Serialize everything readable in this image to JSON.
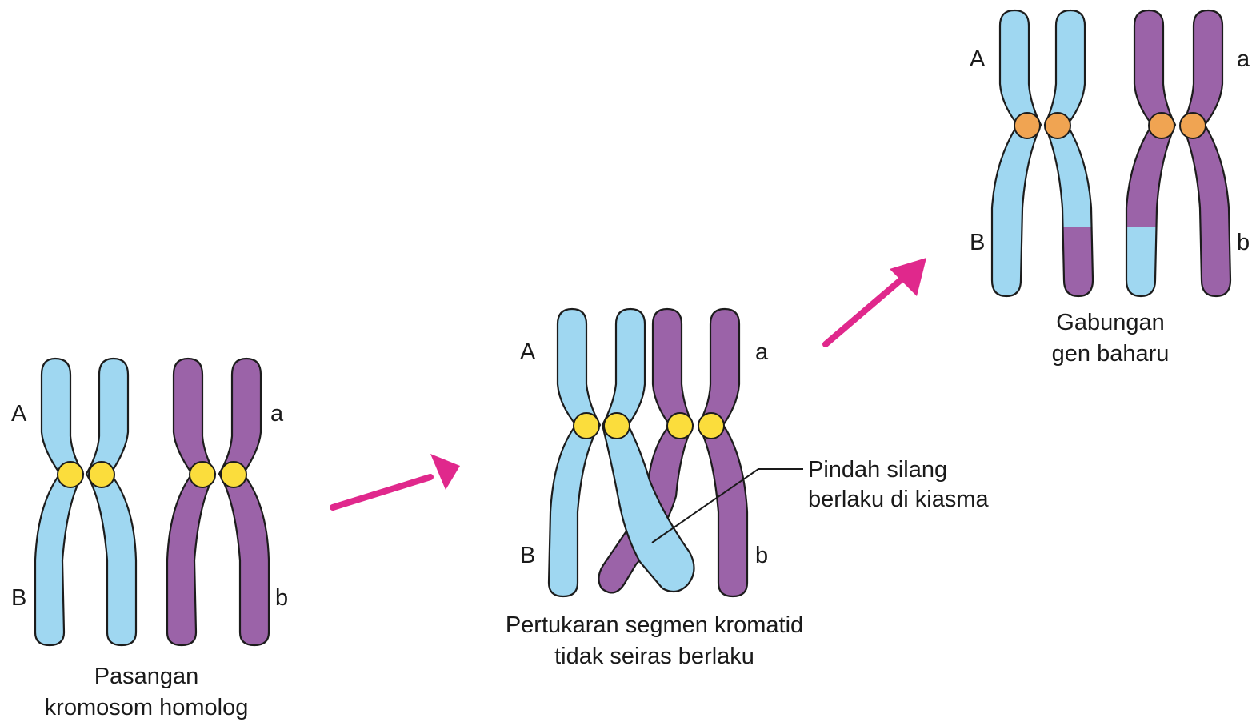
{
  "colors": {
    "homolog_1": "#9fd7f1",
    "homolog_2": "#9b63a8",
    "centromere_stage1": "#fbdd3c",
    "centromere_stage3": "#f0a452",
    "arrow": "#e0288c",
    "outline": "#1c1c1c"
  },
  "stage1": {
    "label_A": "A",
    "label_a": "a",
    "label_B": "B",
    "label_b": "b",
    "caption_line1": "Pasangan",
    "caption_line2": "kromosom homolog"
  },
  "stage2": {
    "label_A": "A",
    "label_a": "a",
    "label_B": "B",
    "label_b": "b",
    "callout_line1": "Pindah silang",
    "callout_line2": "berlaku di kiasma",
    "caption_line1": "Pertukaran segmen kromatid",
    "caption_line2": "tidak seiras berlaku"
  },
  "stage3": {
    "label_A": "A",
    "label_a": "a",
    "label_B": "B",
    "label_b": "b",
    "caption_line1": "Gabungan",
    "caption_line2": "gen baharu"
  }
}
